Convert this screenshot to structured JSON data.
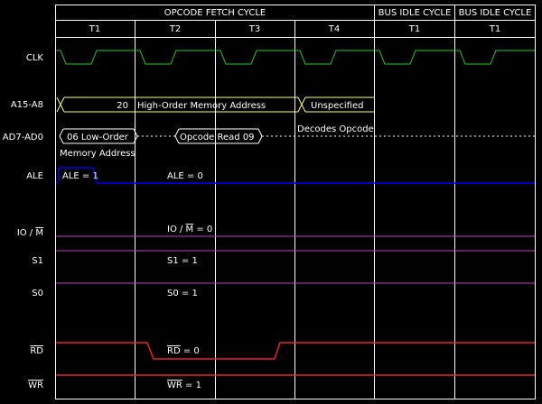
{
  "header": {
    "cycles": [
      {
        "label": "OPCODE FETCH CYCLE"
      },
      {
        "label": "BUS IDLE CYCLE"
      },
      {
        "label": "BUS IDLE CYCLE"
      }
    ],
    "states": [
      "T1",
      "T2",
      "T3",
      "T4",
      "T1",
      "T1"
    ]
  },
  "signals": {
    "clk": {
      "label": "CLK",
      "color": "#22cc22"
    },
    "a15": {
      "label": "A15-A8",
      "color": "#ffff66",
      "value": "20",
      "desc": "High-Order Memory Address",
      "unspec": "Unspecified"
    },
    "ad": {
      "label": "AD7-AD0",
      "color": "#ffffff",
      "value1": "06 Low-Order",
      "value2": "Memory Address",
      "opcode": "Opcode Read 09",
      "decodes": "Decodes Opcode"
    },
    "ale": {
      "label": "ALE",
      "color": "#0000ee",
      "high": "ALE = 1",
      "low": "ALE = 0"
    },
    "iom": {
      "label_a": "IO / ",
      "label_b": "M",
      "color": "#cc33cc",
      "val_a": "IO / ",
      "val_b": "M",
      "val_c": " = 0"
    },
    "s1": {
      "label": "S1",
      "color": "#cc33cc",
      "value": "S1 = 1"
    },
    "s0": {
      "label": "S0",
      "color": "#cc33cc",
      "value": "S0 = 1"
    },
    "rd": {
      "label": "RD",
      "color": "#ee2222",
      "val_a": "RD",
      "val_b": " = 0"
    },
    "wr": {
      "label": "WR",
      "color": "#ee2222",
      "val_a": "WR",
      "val_b": " = 1"
    }
  },
  "colors": {
    "grid": "#ffffff",
    "background": "#000000"
  }
}
